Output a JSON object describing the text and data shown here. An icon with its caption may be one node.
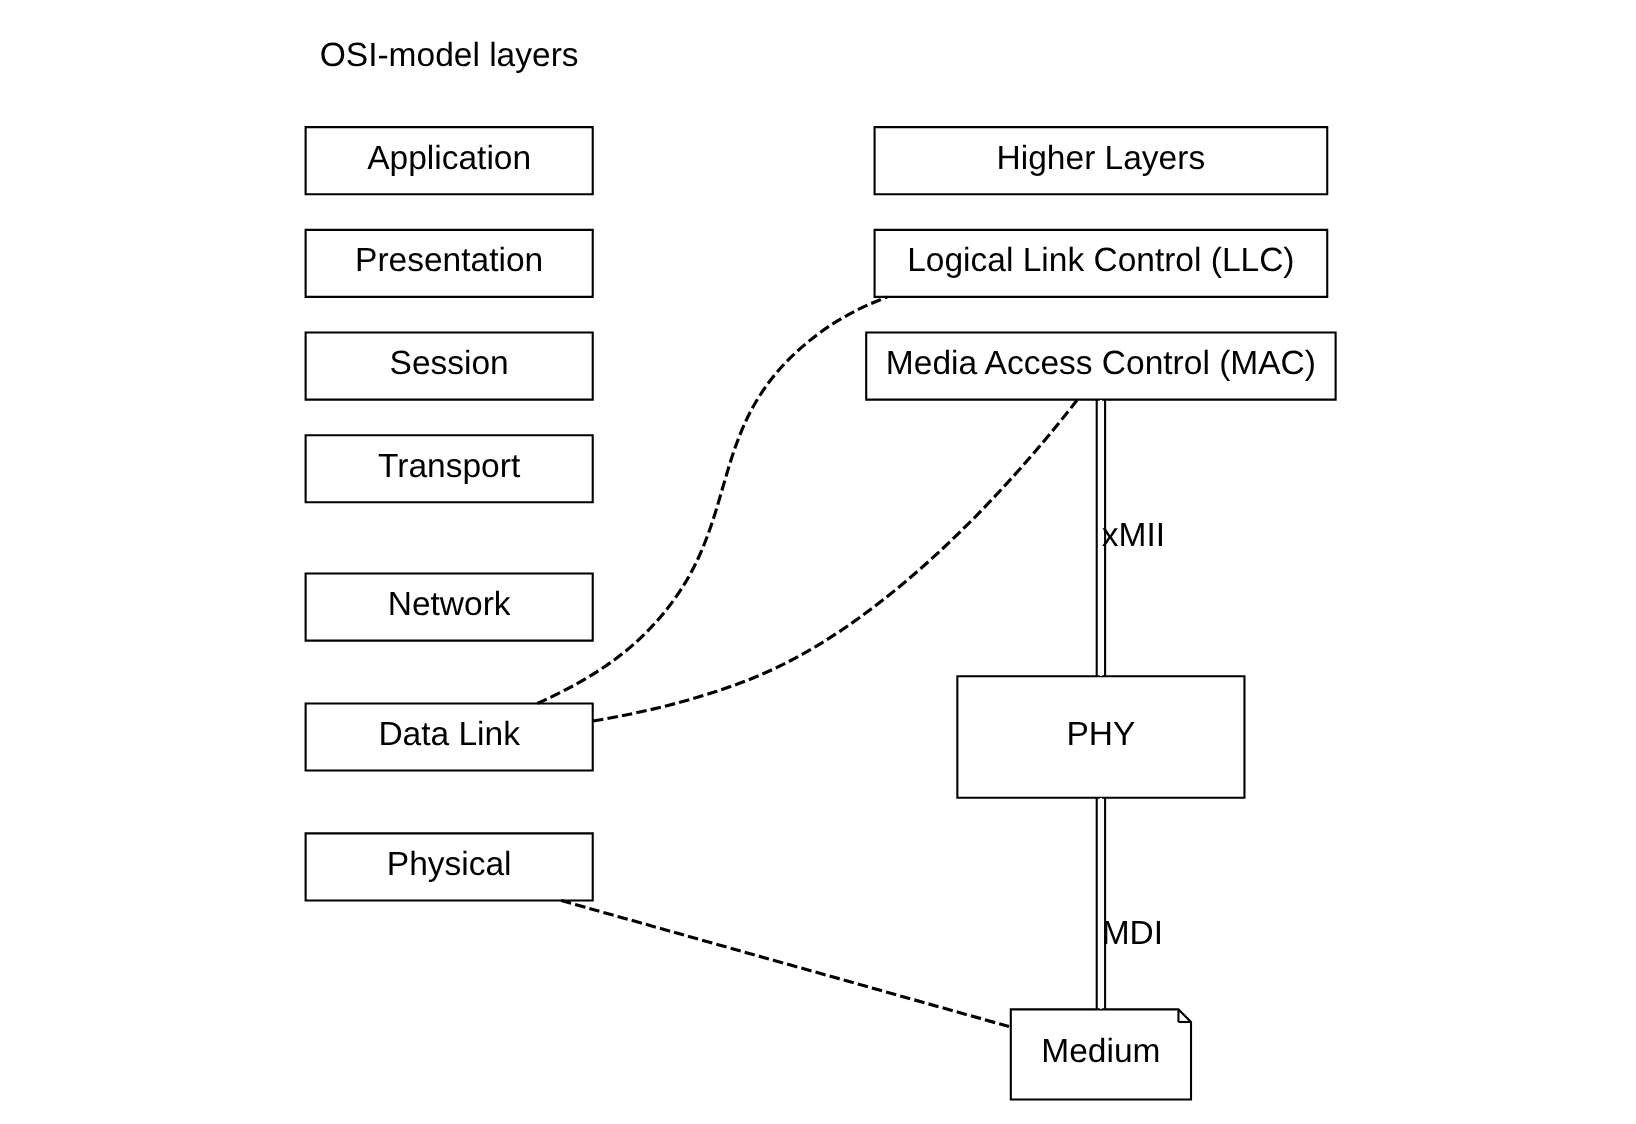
{
  "diagram": {
    "nodes": [
      {
        "text": [
          "Application"
        ]
      },
      {
        "text": [
          "Presentation"
        ]
      },
      {
        "text": [
          "Session"
        ]
      },
      {
        "text": [
          "Transport"
        ]
      },
      {
        "text": [
          "Network"
        ]
      },
      {
        "text": [
          "Data Link"
        ]
      },
      {
        "text": [
          "Physical"
        ]
      },
      {
        "text": [
          "Higher Layers"
        ]
      },
      {
        "text": [
          "Logical Link Control (LLC)"
        ]
      },
      {
        "text": [
          "Media Access Control (MAC)"
        ]
      },
      {
        "text": [
          "PHY"
        ]
      },
      {
        "text": [
          "Medium"
        ]
      }
    ],
    "edges": [
      {
        "from": 5,
        "to": 8,
        "arrow": "none",
        "style": "dashed"
      },
      {
        "from": 5,
        "to": 9,
        "arrow": "none",
        "style": "dashed"
      },
      {
        "from": 6,
        "to": 11,
        "arrow": "none",
        "style": "dashed"
      },
      {
        "from": 9,
        "to": 10,
        "arrow": "none",
        "label": "xMII"
      },
      {
        "from": 10,
        "to": 11,
        "arrow": "none",
        "label": "MDI"
      }
    ],
    "labels": [
      "OSI-model layers"
    ]
  }
}
